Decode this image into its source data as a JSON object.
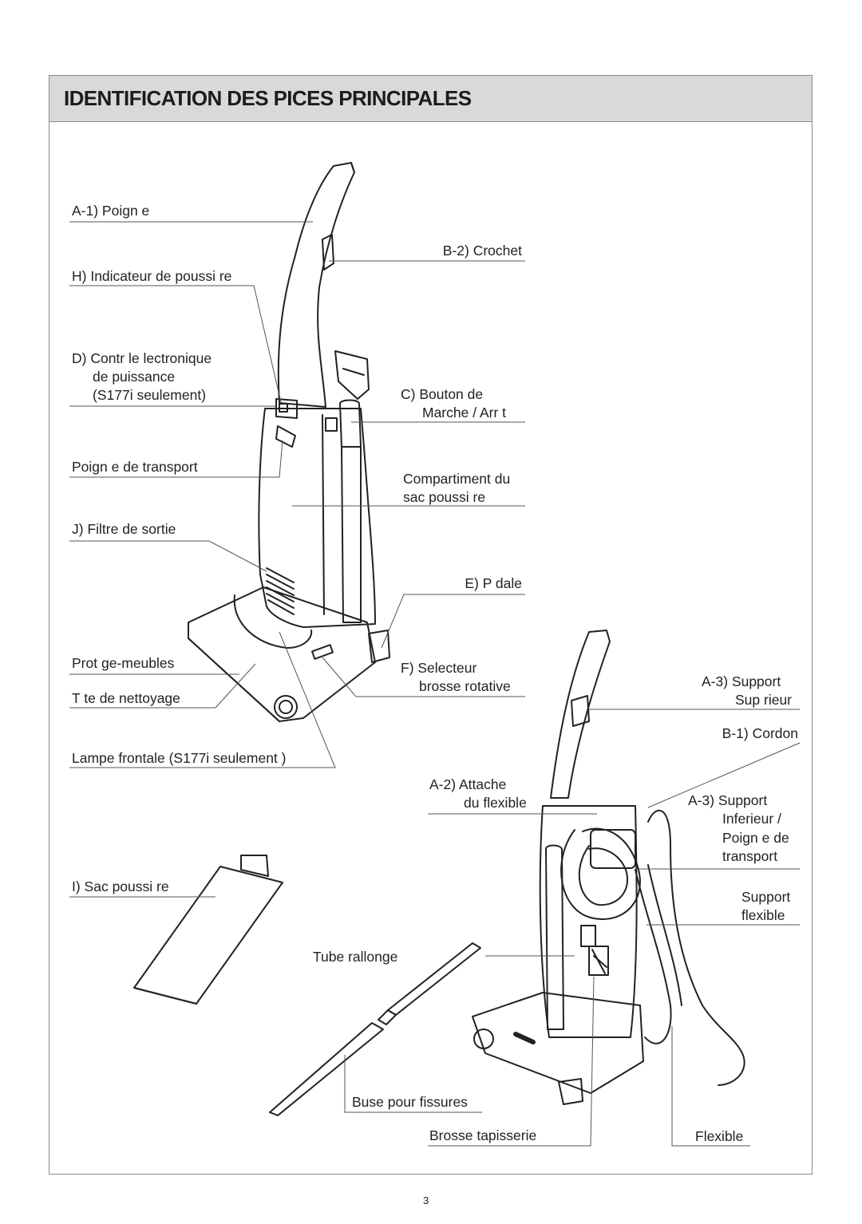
{
  "header": {
    "title": "IDENTIFICATION DES PICES PRINCIPALES"
  },
  "labels": {
    "a1": "A-1) Poign e",
    "h": "H) Indicateur de poussi re",
    "d_l1": "D) Contr le  lectronique",
    "d_l2": "de puissance",
    "d_l3": "(S177i seulement)",
    "carry": "Poign e de transport",
    "j": "J) Filtre de sortie",
    "guard": "Prot ge-meubles",
    "head": "T te de nettoyage",
    "lamp": "Lampe frontale (S177i seulement )",
    "i": "I) Sac   poussi re",
    "b2": "B-2) Crochet",
    "c_l1": "C) Bouton de",
    "c_l2": "Marche / Arr t",
    "comp_l1": "Compartiment du",
    "comp_l2": "sac   poussi re",
    "e": "E) P dale",
    "f_l1": "F) Selecteur",
    "f_l2": "brosse rotative",
    "a3s_l1": "A-3) Support",
    "a3s_l2": "Sup rieur",
    "b1": "B-1) Cordon",
    "a2_l1": "A-2) Attache",
    "a2_l2": "du flexible",
    "a3i_l1": "A-3) Support",
    "a3i_l2": "Inferieur /",
    "a3i_l3": "Poign e de",
    "a3i_l4": "transport",
    "sf_l1": "Support",
    "sf_l2": "flexible",
    "tube": "Tube rallonge",
    "crevice": "Buse pour fissures",
    "uph": "Brosse   tapisserie",
    "flex": "Flexible"
  },
  "footer": {
    "page_number": "3"
  }
}
